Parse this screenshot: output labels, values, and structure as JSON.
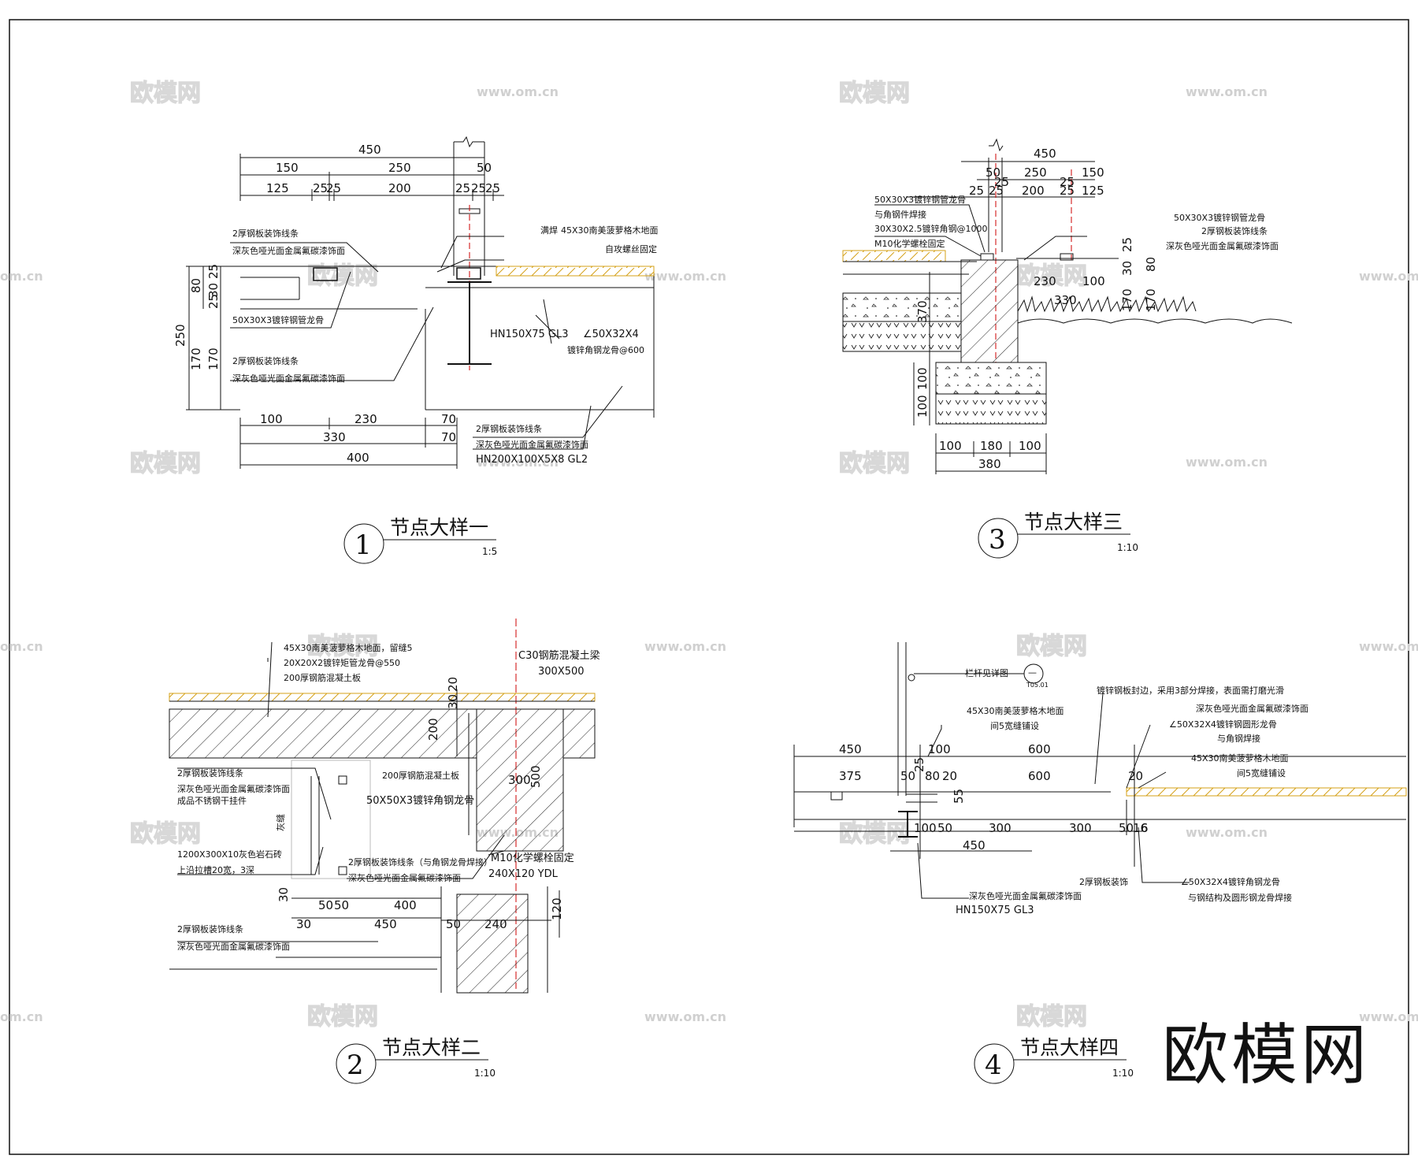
{
  "watermark": {
    "logo": "欧模网",
    "url": "www.om.cn",
    "edge_url": "om.cn",
    "corner_logo": "欧模网"
  },
  "detail1": {
    "title": "节点大样一",
    "number": "1",
    "scale": "1:5",
    "dims_top": [
      "450",
      "150",
      "250",
      "50",
      "125",
      "25",
      "25",
      "200",
      "25",
      "25",
      "25"
    ],
    "dims_left": [
      "25",
      "30",
      "25",
      "80",
      "250",
      "170",
      "170"
    ],
    "dims_bottom": [
      "100",
      "230",
      "70",
      "330",
      "70",
      "400"
    ],
    "notes": {
      "n1a": "2厚钢板装饰线条",
      "n1b": "深灰色哑光面金属氟碳漆饰面",
      "n2": "满焊",
      "n3a": "45X30南美菠萝格木地面",
      "n3b": "自攻螺丝固定",
      "n4": "50X30X3镀锌钢管龙骨",
      "n5a": "2厚钢板装饰线条",
      "n5b": "深灰色哑光面金属氟碳漆饰面",
      "n6": "HN150X75  GL3",
      "n7a": "∠50X32X4",
      "n7b": "镀锌角钢龙骨@600",
      "n8a": "2厚钢板装饰线条",
      "n8b": "深灰色哑光面金属氟碳漆饰面",
      "n8c": "HN200X100X5X8  GL2"
    }
  },
  "detail2": {
    "title": "节点大样二",
    "number": "2",
    "scale": "1:10",
    "dims": [
      "20",
      "30",
      "200",
      "300",
      "500",
      "30",
      "50",
      "50",
      "400",
      "30",
      "450",
      "50",
      "240",
      "120"
    ],
    "notes": {
      "a1": "45X30南美菠萝格木地面，留缝5",
      "a2": "20X20X2镀锌矩管龙骨@550",
      "a3": "200厚钢筋混凝土板",
      "b1": "C30钢筋混凝土梁",
      "b2": "300X500",
      "c1": "2厚钢板装饰线条",
      "c2": "深灰色哑光面金属氟碳漆饰面",
      "c3": "成品不锈钢干挂件",
      "d1": "200厚钢筋混凝土板",
      "e1": "50X50X3镀锌角钢龙骨",
      "f1": "1200X300X10灰色岩石砖",
      "f2": "上沿拉槽20宽，3深",
      "g1": "2厚钢板装饰线条（与角钢龙骨焊接）",
      "g2": "深灰色哑光面金属氟碳漆饰面",
      "h1": "M10化学螺栓固定",
      "h2": "240X120  YDL",
      "i1": "2厚钢板装饰线条",
      "i2": "深灰色哑光面金属氟碳漆饰面",
      "side": "灰缝"
    }
  },
  "detail3": {
    "title": "节点大样三",
    "number": "3",
    "scale": "1:10",
    "dims": [
      "450",
      "50",
      "25",
      "250",
      "150",
      "25",
      "25",
      "200",
      "25",
      "125",
      "25",
      "30",
      "80",
      "230",
      "100",
      "330",
      "370",
      "170",
      "170",
      "100",
      "100",
      "100",
      "180",
      "100",
      "380",
      "25"
    ],
    "notes": {
      "a1": "50X30X3镀锌钢管龙骨",
      "a2": "与角钢件焊接",
      "a3": "30X30X2.5镀锌角钢@1000",
      "a4": "M10化学螺栓固定",
      "b1": "50X30X3镀锌钢管龙骨",
      "b2": "2厚钢板装饰线条",
      "b3": "深灰色哑光面金属氟碳漆饰面"
    }
  },
  "detail4": {
    "title": "节点大样四",
    "number": "4",
    "scale": "1:10",
    "dims": [
      "450",
      "100",
      "600",
      "375",
      "50",
      "80",
      "20",
      "600",
      "25",
      "20",
      "55",
      "100",
      "50",
      "300",
      "300",
      "50",
      "16",
      "6",
      "450"
    ],
    "notes": {
      "a1": "栏杆见详图",
      "a2": "T05.01",
      "a3": "—",
      "b1": "45X30南美菠萝格木地面",
      "b2": "间5宽缝铺设",
      "c1": "镀锌钢板封边，采用3部分焊接，表面需打磨光滑",
      "c2": "深灰色哑光面金属氟碳漆饰面",
      "d1": "∠50X32X4镀锌钢圆形龙骨",
      "d2": "与角钢焊接",
      "e1": "45X30南美菠萝格木地面",
      "e2": "间5宽缝铺设",
      "f1": "2厚钢板装饰",
      "f2": "深灰色哑光面金属氟碳漆饰面",
      "f3": "HN150X75  GL3",
      "g1": "∠50X32X4镀锌角钢龙骨",
      "g2": "与钢结构及圆形钢龙骨焊接"
    }
  }
}
